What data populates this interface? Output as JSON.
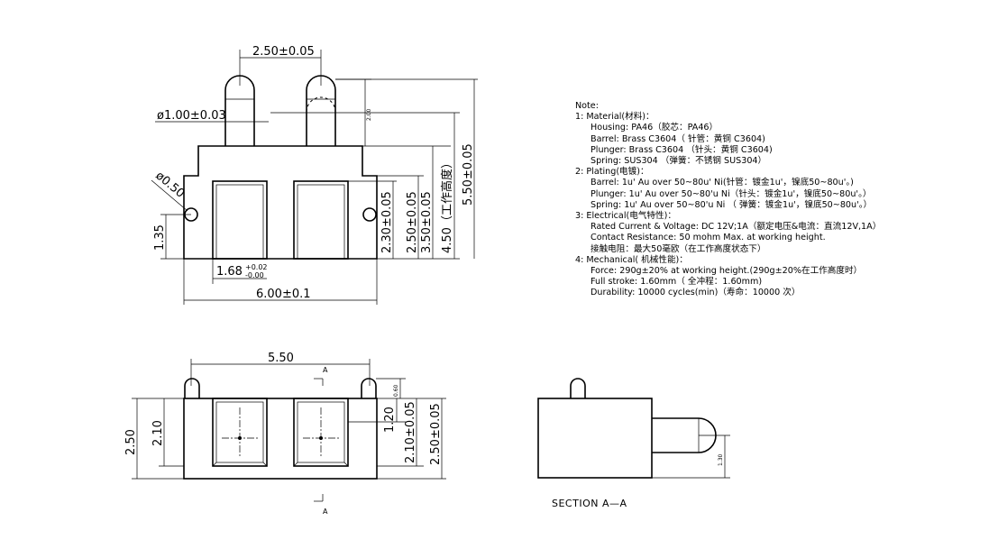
{
  "top_view": {
    "dim_pin_pitch": "2.50±0.05",
    "dim_pin_dia": "ø1.00±0.03",
    "dim_pin_extend": "2.00",
    "dim_hole_dia": "ø0.50",
    "dim_hole_height": "1.35",
    "dim_window_height": "2.30±0.05",
    "dim_body_height_1": "2.50±0.05",
    "dim_body_height_2": "3.50±0.05",
    "dim_working_height": "4.50（工作高度）",
    "dim_total_height": "5.50±0.05",
    "dim_window_offset_main": "1.68",
    "dim_window_offset_upper": "+0.02",
    "dim_window_offset_lower": "-0.00",
    "dim_body_width": "6.00±0.1"
  },
  "bottom_view": {
    "dim_width": "5.50",
    "dim_pin_top": "0.60",
    "dim_window_h": "1.20",
    "dim_window_h_tol": "2.10±0.05",
    "dim_outer_h_tol": "2.50±0.05",
    "dim_left_outer": "2.50",
    "dim_left_inner": "2.10",
    "section_mark_top": "A",
    "section_mark_bottom": "A"
  },
  "section_view": {
    "title": "SECTION   A—A",
    "dim_plunger": "1.30"
  },
  "notes": [
    {
      "indent": 0,
      "text": "Note:"
    },
    {
      "indent": 0,
      "text": "1:  Material(材料)："
    },
    {
      "indent": 1,
      "text": "Housing:  PA46（胶芯：PA46）"
    },
    {
      "indent": 1,
      "text": "Barrel:  Brass C3604（ 针管：黄铜 C3604)"
    },
    {
      "indent": 1,
      "text": "Plunger:  Brass C3604  （针头：黄铜 C3604)"
    },
    {
      "indent": 1,
      "text": "Spring:  SUS304   （弹簧：不锈钢 SUS304）"
    },
    {
      "indent": 0,
      "text": "2:  Plating(电镀)："
    },
    {
      "indent": 1,
      "text": "Barrel:  1u' Au over 50~80u' Ni(针管：镀金1u'，镍底50~80u'。)"
    },
    {
      "indent": 1,
      "text": "Plunger:  1u' Au over 50~80'u Ni（针头：镀金1u'，镍底50~80u'。）"
    },
    {
      "indent": 1,
      "text": "Spring:  1u' Au over 50~80'u Ni  （ 弹簧：镀金1u'，镍底50~80u'。）"
    },
    {
      "indent": 0,
      "text": "3:  Electrical(电气特性)："
    },
    {
      "indent": 1,
      "text": "Rated Current & Voltage:  DC 12V;1A（额定电压&电流：直流12V,1A）"
    },
    {
      "indent": 1,
      "text": "Contact Resistance:  50 mohm Max. at working height."
    },
    {
      "indent": 1,
      "text": "接触电阻：最大50毫欧（在工作高度状态下）"
    },
    {
      "indent": 0,
      "text": "4:  Mechanical( 机械性能)："
    },
    {
      "indent": 1,
      "text": "Force:  290g±20% at working height.(290g±20%在工作高度时）"
    },
    {
      "indent": 1,
      "text": "Full stroke:  1.60mm（ 全冲程：1.60mm)"
    },
    {
      "indent": 1,
      "text": "Durability:  10000 cycles(min)（寿命：10000 次）"
    }
  ]
}
